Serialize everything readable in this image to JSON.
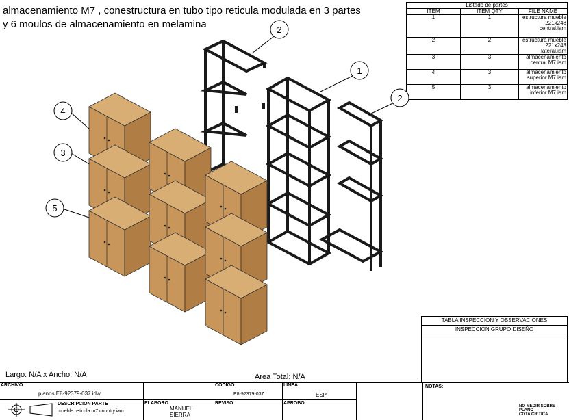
{
  "title": "almacenamiento M7 , conestructura en tubo tipo reticula modulada en 3 partes\ny 6 moulos de almacenamiento en melamina",
  "parts_list": {
    "caption": "Listado de partes",
    "headers": [
      "ITEM",
      "ITEM QTY",
      "FILE NAME"
    ],
    "rows": [
      {
        "item": "1",
        "qty": "1",
        "file": "estructura mueble 221x248 central.iam"
      },
      {
        "item": "2",
        "qty": "2",
        "file": "estructura mueble 221x248 lateral.iam"
      },
      {
        "item": "3",
        "qty": "3",
        "file": "almacenamiento central M7.iam"
      },
      {
        "item": "4",
        "qty": "3",
        "file": "almacenamiento superior M7.iam"
      },
      {
        "item": "5",
        "qty": "3",
        "file": "almacenamiento inferior M7.iam"
      }
    ]
  },
  "balloons": [
    "2",
    "1",
    "2",
    "4",
    "3",
    "5"
  ],
  "dimensions": {
    "size_label": "Largo: N/A x Ancho: N/A",
    "area_label": "Area Total: N/A"
  },
  "inspection": {
    "title": "TABLA INSPECCION Y OBSERVACIONES",
    "subtitle": "INSPECCION GRUPO DISEÑO"
  },
  "title_block": {
    "archivo_label": "ARCHIVO:",
    "archivo_value": "planos E8-92379-037.idw",
    "descripcion_label": "DESCRIPCION PARTE",
    "descripcion_value": "mueble reticula m7 country.iam",
    "codigo_label": "CODIGO:",
    "codigo_value": "E8-92379-037",
    "linea_label": "LINEA",
    "linea_value": "ESP",
    "elaboro_label": "ELABORO:",
    "elaboro_value": "MANUEL SIERRA",
    "reviso_label": "REVISO:",
    "aprobo_label": "APROBO:",
    "notas_label": "NOTAS:",
    "note1": "NO MEDIR SOBRE PLANO",
    "note2": "COTA CRITICA"
  },
  "colors": {
    "wood": "#c8955a",
    "wood_top": "#d9ae75",
    "wood_side": "#b07d44",
    "frame": "#1a1a1a"
  }
}
